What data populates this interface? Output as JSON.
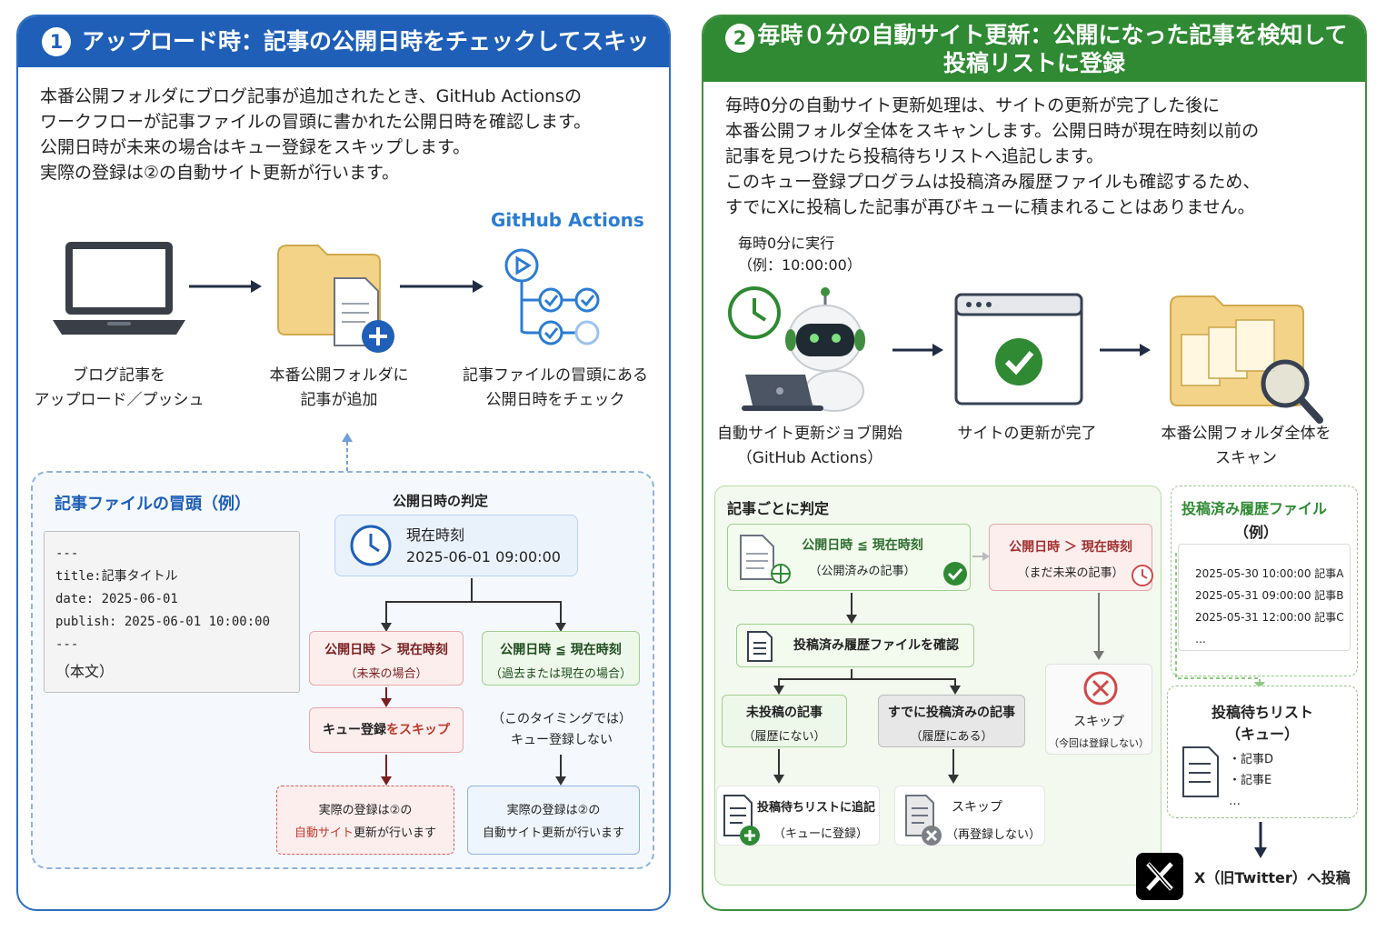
{
  "left": {
    "number": "1",
    "title": "アップロード時：記事の公開日時をチェックしてスキップ",
    "description": [
      "本番公開フォルダにブログ記事が追加されたとき、GitHub Actionsの",
      "ワークフローが記事ファイルの冒頭に書かれた公開日時を確認します。",
      "公開日時が未来の場合はキュー登録をスキップします。",
      "実際の登録は②の自動サイト更新が行います。"
    ],
    "github_actions_label": "GitHub Actions",
    "steps": [
      {
        "icon": "laptop-icon",
        "caption": [
          "ブログ記事を",
          "アップロード／プッシュ"
        ]
      },
      {
        "icon": "folder-add-icon",
        "caption": [
          "本番公開フォルダに",
          "記事が追加"
        ]
      },
      {
        "icon": "workflow-icon",
        "caption": [
          "記事ファイルの冒頭にある",
          "公開日時をチェック"
        ]
      }
    ],
    "frontmatter": {
      "title": "記事ファイルの冒頭（例）",
      "lines": [
        "---",
        "title:記事タイトル",
        "date: 2025-06-01",
        "publish: 2025-06-01 10:00:00",
        "---",
        "（本文）"
      ]
    },
    "judgement": {
      "title": "公開日時の判定",
      "now_label": "現在時刻",
      "now_value": "2025-06-01 09:00:00",
      "future": {
        "line1": "公開日時 ＞ 現在時刻",
        "line2": "（未来の場合）"
      },
      "past": {
        "line1": "公開日時 ≦ 現在時刻",
        "line2": "（過去または現在の場合）"
      },
      "skip": {
        "pre": "キュー登録",
        "red": "をスキップ"
      },
      "no_register": [
        "（このタイミングでは）",
        "キュー登録しない"
      ],
      "actual_red": {
        "line1": "実際の登録は②の",
        "red": "自動サイト",
        "rest": "更新が行います"
      },
      "actual_blue": {
        "line1": "実際の登録は②の",
        "line2": "自動サイト更新が行います"
      }
    }
  },
  "right": {
    "number": "2",
    "title_line1": "毎時０分の自動サイト更新：公開になった記事を検知して",
    "title_line2": "投稿リストに登録",
    "description": [
      "毎時0分の自動サイト更新処理は、サイトの更新が完了した後に",
      "本番公開フォルダ全体をスキャンします。公開日時が現在時刻以前の",
      "記事を見つけたら投稿待ちリストへ追記します。",
      "このキュー登録プログラムは投稿済み履歴ファイルも確認するため、",
      "すでにXに投稿した記事が再びキューに積まれることはありません。"
    ],
    "schedule": [
      "毎時0分に実行",
      "（例：10:00:00）"
    ],
    "steps": [
      {
        "icon": "robot-clock-icon",
        "caption": [
          "自動サイト更新ジョブ開始",
          "（GitHub Actions）"
        ]
      },
      {
        "icon": "browser-check-icon",
        "caption": [
          "サイトの更新が完了"
        ]
      },
      {
        "icon": "folder-search-icon",
        "caption": [
          "本番公開フォルダ全体を",
          "スキャン"
        ]
      }
    ],
    "per_article": {
      "title": "記事ごとに判定",
      "published": {
        "line1": "公開日時 ≦ 現在時刻",
        "line2": "（公開済みの記事）"
      },
      "future": {
        "line1": "公開日時 ＞ 現在時刻",
        "line2": "（まだ未来の記事）"
      },
      "check_history": "投稿済み履歴ファイルを確認",
      "not_posted": {
        "line1": "未投稿の記事",
        "line2": "（履歴にない）"
      },
      "already_posted": {
        "line1": "すでに投稿済みの記事",
        "line2": "（履歴にある）"
      },
      "skip_future": {
        "line1": "スキップ",
        "line2": "（今回は登録しない）"
      },
      "append": {
        "line1": "投稿待ちリストに追記",
        "line2": "（キューに登録）"
      },
      "skip_posted": {
        "line1": "スキップ",
        "line2": "（再登録しない）"
      }
    },
    "history": {
      "title": "投稿済み履歴ファイル",
      "subtitle": "（例）",
      "entries": [
        "2025-05-30 10:00:00 記事A",
        "2025-05-31 09:00:00 記事B",
        "2025-05-31 12:00:00 記事C",
        "…"
      ]
    },
    "queue": {
      "title": "投稿待ちリスト",
      "subtitle": "（キュー）",
      "items": [
        "・記事D",
        "・記事E",
        "…"
      ]
    },
    "post_to_x": "X（旧Twitter）へ投稿"
  },
  "colors": {
    "left_accent": "#1f5fb8",
    "right_accent": "#2f8a33",
    "red": "#c0392b"
  }
}
